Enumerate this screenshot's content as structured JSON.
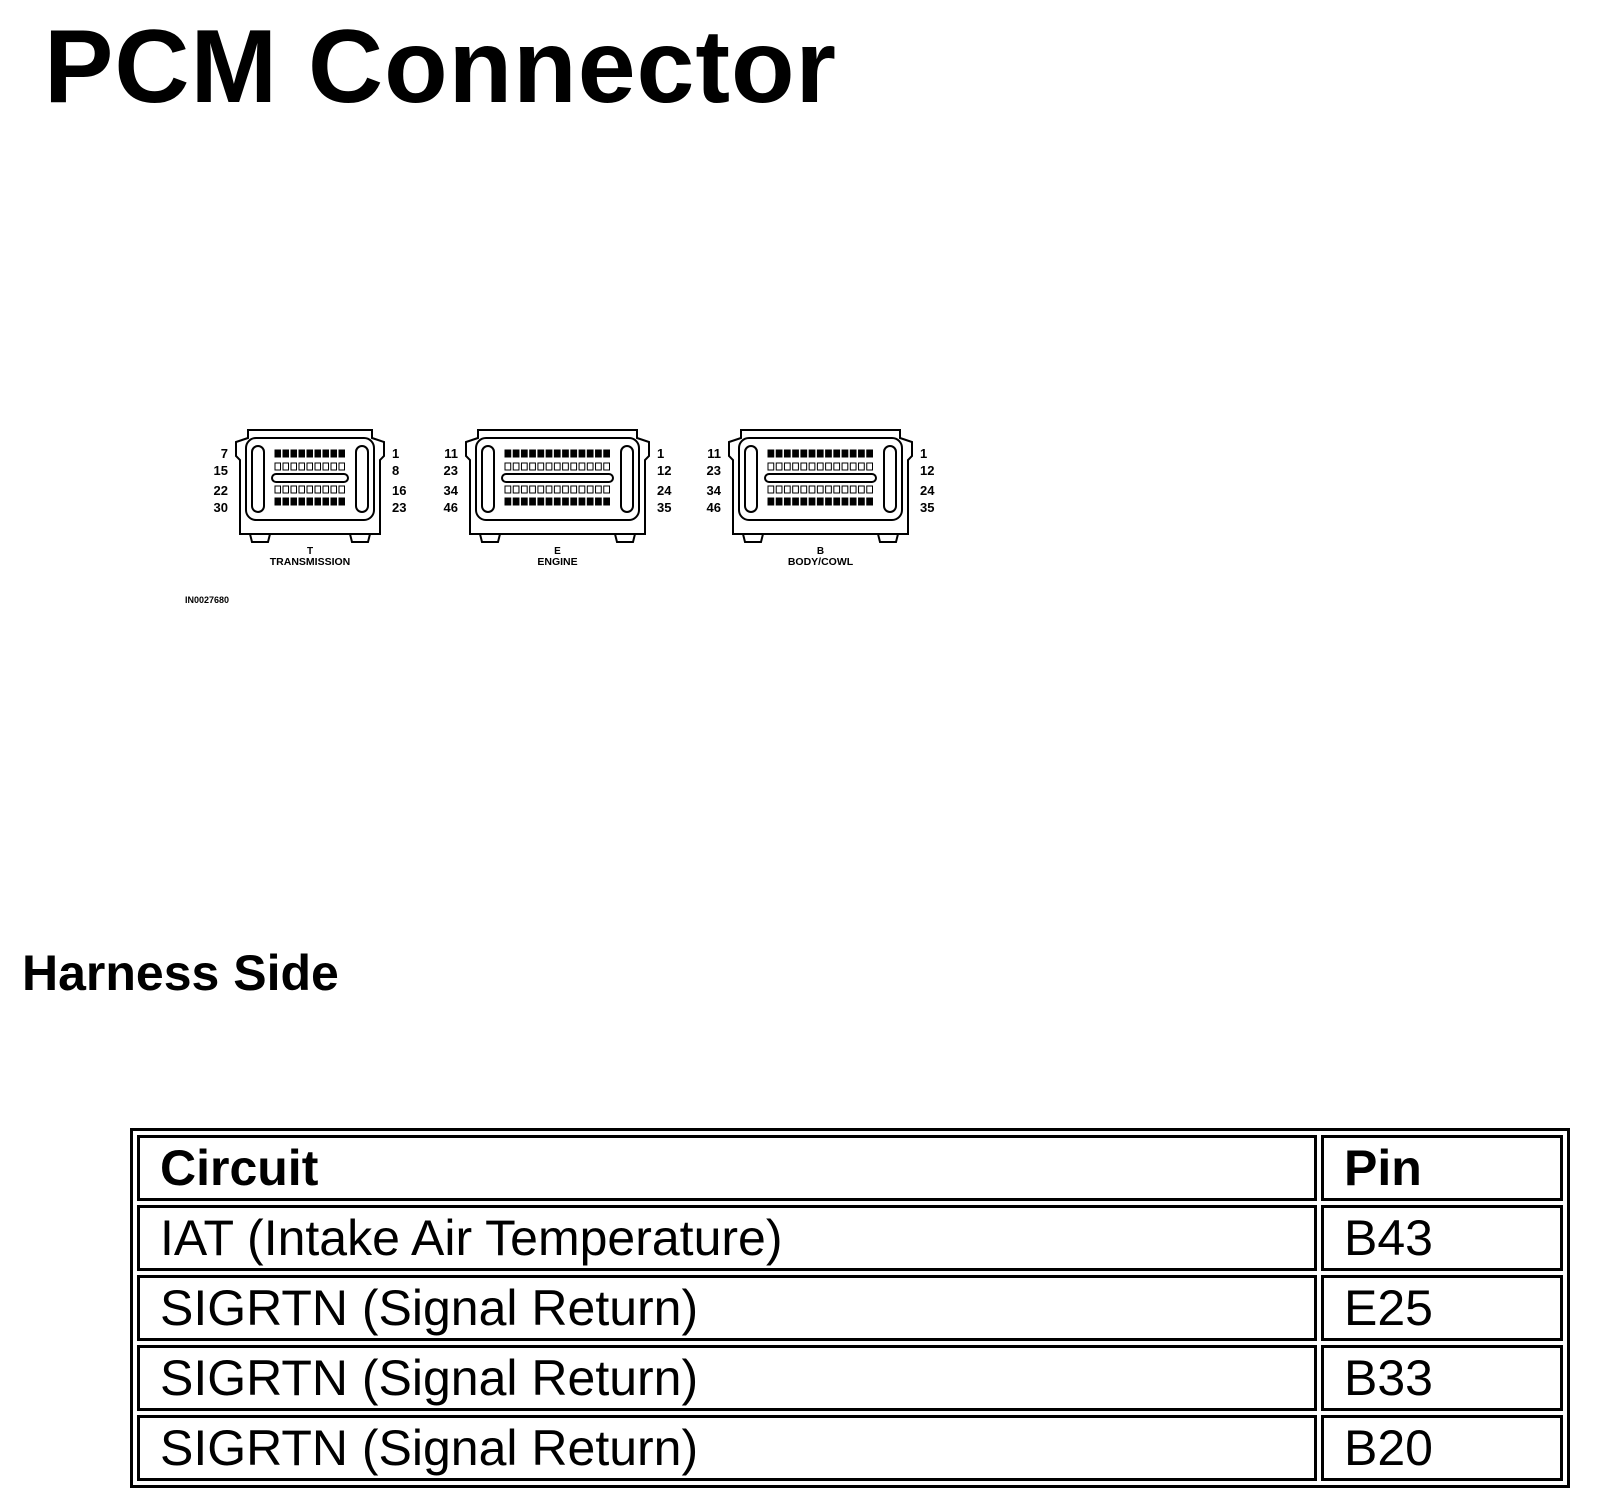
{
  "page": {
    "title": "PCM Connector",
    "subtitle": "Harness Side"
  },
  "diagram": {
    "figure_id": "IN0027680",
    "connectors": [
      {
        "letter": "T",
        "name": "TRANSMISSION",
        "left_pins": [
          "7",
          "15",
          "22",
          "30"
        ],
        "right_pins": [
          "1",
          "8",
          "16",
          "23"
        ]
      },
      {
        "letter": "E",
        "name": "ENGINE",
        "left_pins": [
          "11",
          "23",
          "34",
          "46"
        ],
        "right_pins": [
          "1",
          "12",
          "24",
          "35"
        ]
      },
      {
        "letter": "B",
        "name": "BODY/COWL",
        "left_pins": [
          "11",
          "23",
          "34",
          "46"
        ],
        "right_pins": [
          "1",
          "12",
          "24",
          "35"
        ]
      }
    ]
  },
  "table": {
    "headers": [
      "Circuit",
      "Pin"
    ],
    "rows": [
      [
        "IAT (Intake Air Temperature)",
        "B43"
      ],
      [
        "SIGRTN (Signal Return)",
        "E25"
      ],
      [
        "SIGRTN (Signal Return)",
        "B33"
      ],
      [
        "SIGRTN (Signal Return)",
        "B20"
      ]
    ]
  }
}
